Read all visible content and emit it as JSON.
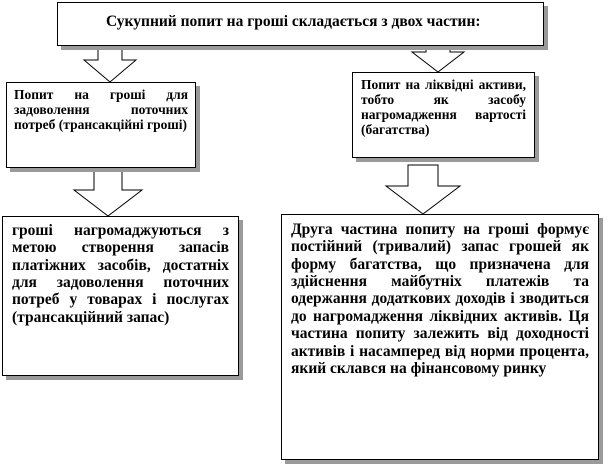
{
  "title": "Сукупний попит на гроші складається з двох частин:",
  "left_top": {
    "text": "Попит на гроші для задоволення поточних потреб (трансакційні гроші)"
  },
  "right_top": {
    "text": "Попит на ліквідні активи, тобто як засобу нагромадження вартості (багатства)"
  },
  "left_bottom": {
    "text": "гроші нагромаджуються з метою створення запасів платіжних засобів, достатніх для задоволення поточних потреб у товарах і послугах (трансакційний запас)"
  },
  "right_bottom": {
    "text": "Друга частина попиту на гроші формує постійний (тривалий) запас грошей як форму багатства, що призначена для здійснення майбутніх платежів та одержання додаткових доходів і зводиться до нагромадження ліквідних активів. Ця частина попиту залежить від доходності активів і насамперед від норми процента, який склався на фінансовому ринку"
  },
  "colors": {
    "border": "#000000",
    "shadow": "#9a9a9a",
    "arrow_fill": "#ffffff"
  }
}
